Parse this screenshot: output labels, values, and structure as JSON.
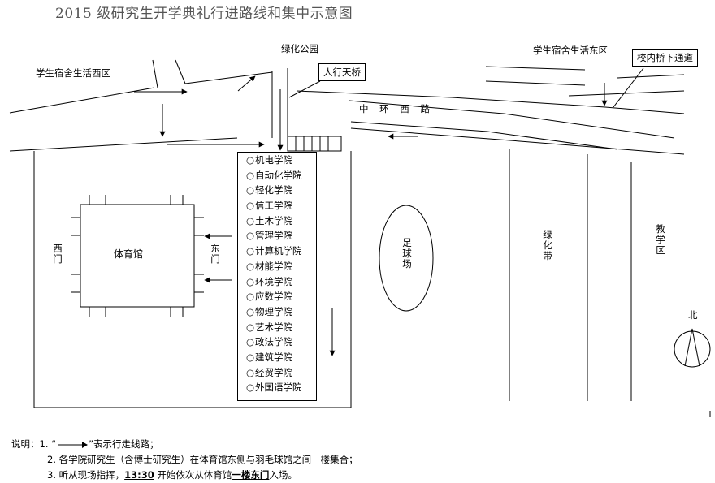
{
  "title": "2015 级研究生开学典礼行进路线和集中示意图",
  "labels": {
    "west_dorm": "学生宿舍生活西区",
    "green_park": "绿化公园",
    "footbridge": "人行天桥",
    "east_dorm": "学生宿舍生活东区",
    "underpass": "校内桥下通道",
    "road": "中 环 西 路",
    "gym": "体育馆",
    "west_gate": "西门",
    "east_gate": "东门",
    "field": "足球场",
    "green_belt": "绿化带",
    "teaching_area": "教学区",
    "north": "北"
  },
  "colleges": [
    "机电学院",
    "自动化学院",
    "轻化学院",
    "信工学院",
    "土木学院",
    "管理学院",
    "计算机学院",
    "材能学院",
    "环境学院",
    "应数学院",
    "物理学院",
    "艺术学院",
    "政法学院",
    "建筑学院",
    "经贸学院",
    "外国语学院"
  ],
  "notes": {
    "prefix": "说明：1. “",
    "line1_suffix": "”表示行走线路；",
    "line2": "2.  各学院研究生（含博士研究生）在体育馆东侧与羽毛球馆之间一楼集合；",
    "line3_a": "3.  听从现场指挥，",
    "line3_time": "13:30",
    "line3_b": " 开始依次从体育馆",
    "line3_gate": "一楼东门",
    "line3_c": "入场。"
  }
}
